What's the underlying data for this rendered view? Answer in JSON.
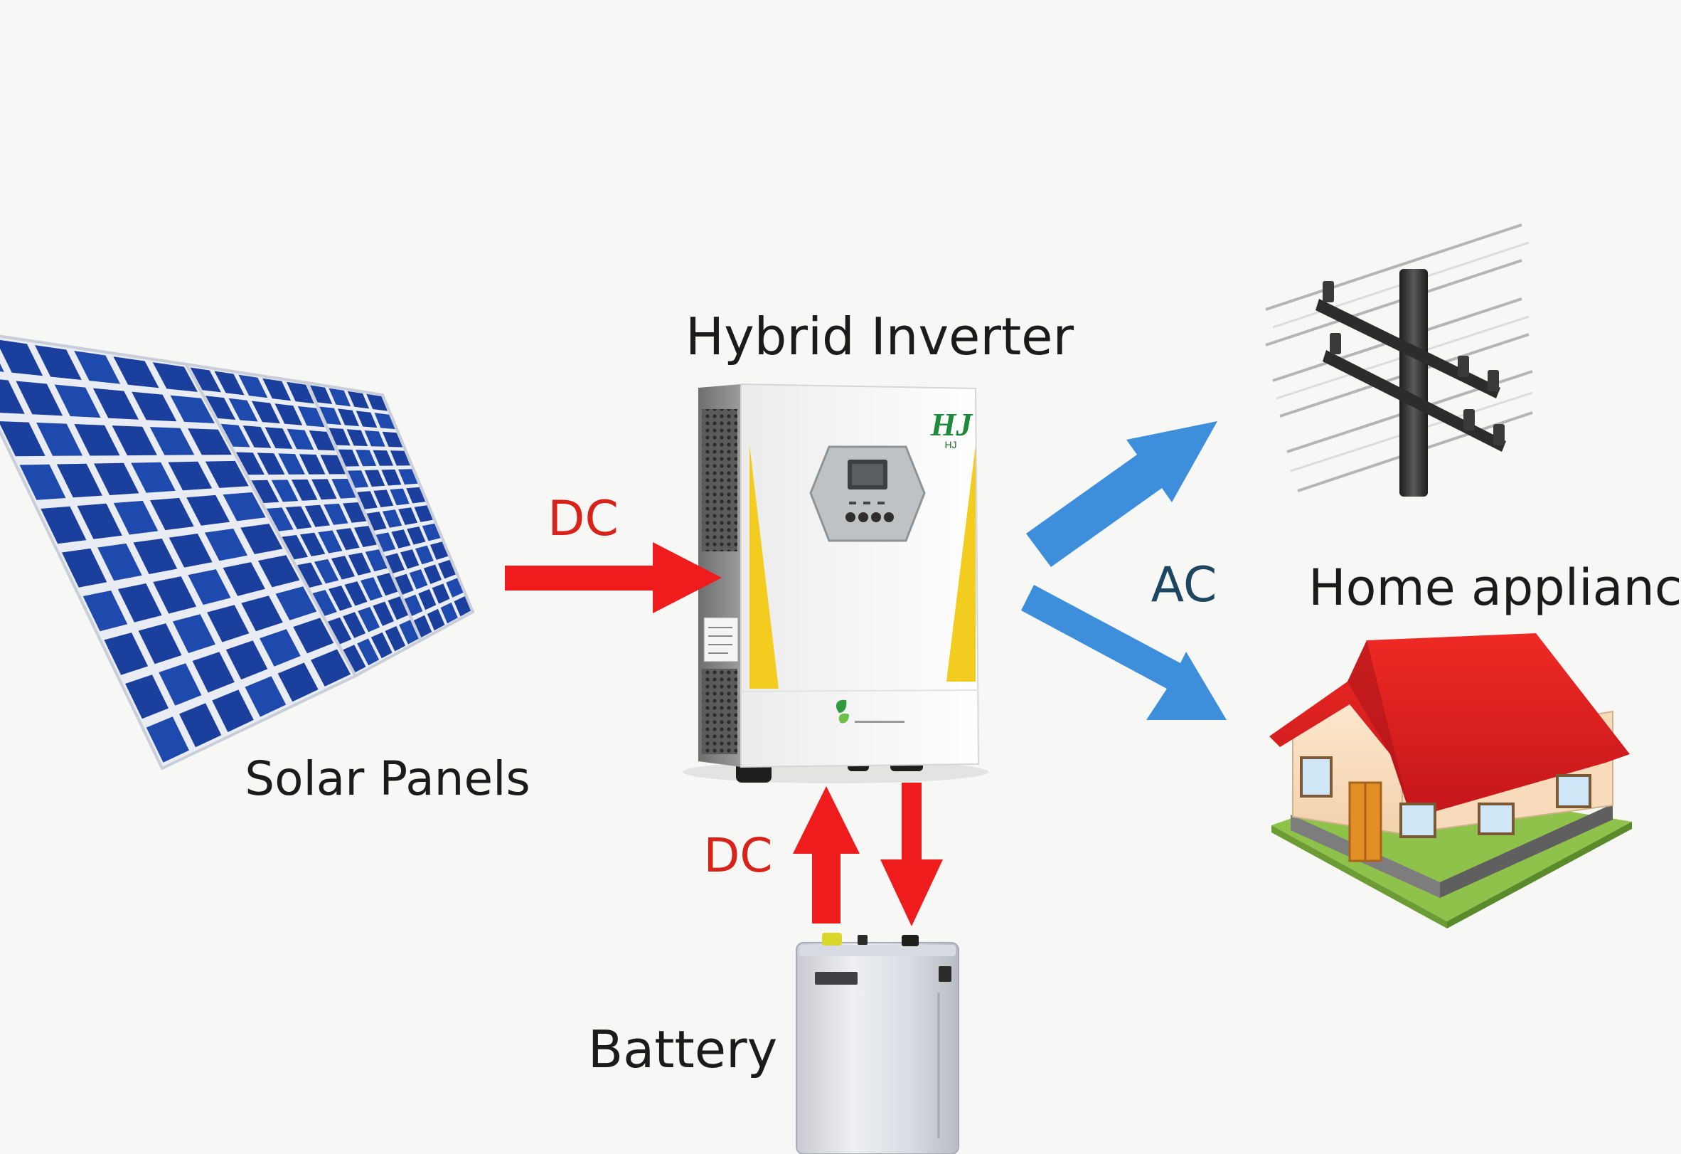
{
  "diagram": {
    "labels": {
      "inverter": "Hybrid Inverter",
      "solar": "Solar Panels",
      "battery": "Battery",
      "home": "Home appliances",
      "dc_solar": "DC",
      "dc_battery": "DC",
      "ac": "AC"
    },
    "inverter_brand": {
      "logo": "HJ",
      "brand_text": "HJ",
      "brand_line": "",
      "footer_text": ""
    },
    "colors": {
      "dc_arrow": "#ee1c1c",
      "ac_arrow": "#3d8fdc",
      "dc_label": "#d8231b",
      "ac_label": "#1f4660",
      "text": "#1b1b1b",
      "panel_cell": "#1a3f9c",
      "inverter_accent": "#f2cc1e",
      "roof": "#d91e1e",
      "logo": "#1e8a3c"
    },
    "icons": [
      "solar-panel-icon",
      "hybrid-inverter-icon",
      "battery-icon",
      "utility-pole-icon",
      "house-icon"
    ]
  }
}
